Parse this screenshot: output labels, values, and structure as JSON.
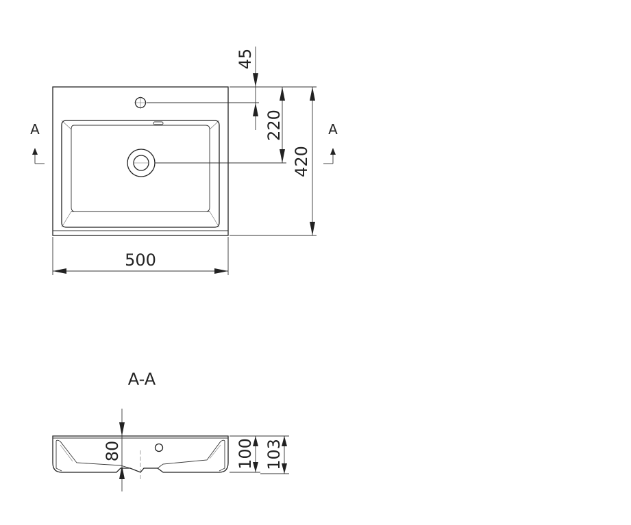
{
  "top_view": {
    "width_dim": "500",
    "overall_depth_dim": "420",
    "drain_dim": "220",
    "tap_offset_dim": "45",
    "section_left": "A",
    "section_right": "A"
  },
  "section_view": {
    "title": "A-A",
    "inner_depth_dim": "80",
    "height_dim": "100",
    "total_height_dim": "103"
  }
}
